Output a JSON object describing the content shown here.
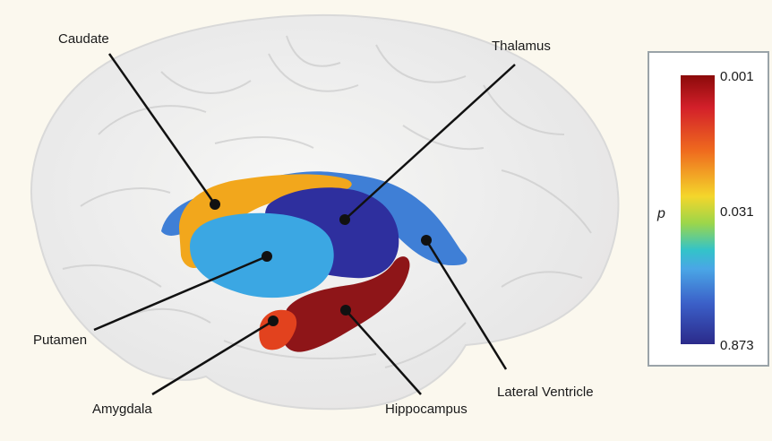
{
  "labels": {
    "caudate": "Caudate",
    "thalamus": "Thalamus",
    "putamen": "Putamen",
    "amygdala": "Amygdala",
    "hippocampus": "Hippocampus",
    "lateral_ventricle": "Lateral Ventricle"
  },
  "legend": {
    "variable": "p",
    "tick_top": "0.001",
    "tick_mid": "0.031",
    "tick_bottom": "0.873",
    "gradient_stops": [
      "#8b0a0a",
      "#d3202a",
      "#ef6a1e",
      "#f4d62b",
      "#9cd64a",
      "#33c3c9",
      "#4aa6e6",
      "#3b5fc8",
      "#2b2a8a"
    ]
  },
  "colors": {
    "caudate": "#f2a71c",
    "thalamus": "#2e2f9e",
    "putamen": "#3ba7e3",
    "amygdala": "#e2421e",
    "hippocampus": "#8e1518",
    "lateral_ventricle": "#3f7fd6"
  }
}
